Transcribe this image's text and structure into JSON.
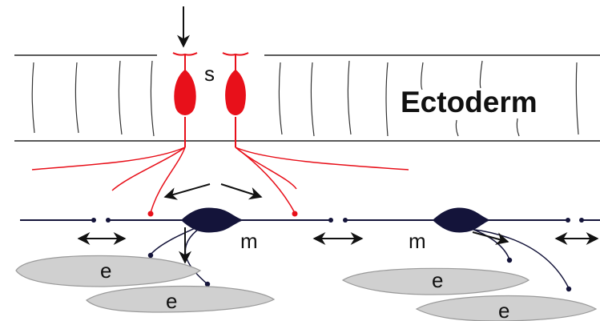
{
  "labels": {
    "layer": "Ectoderm",
    "sensory": "s",
    "motor_left": "m",
    "motor_right": "m",
    "effector_1": "e",
    "effector_2": "e",
    "effector_3": "e",
    "effector_4": "e"
  },
  "colors": {
    "sensory_neuron": "#e8101a",
    "motor_neuron": "#14143a",
    "effector_cell_fill": "#d0d0d0",
    "effector_cell_stroke": "#9a9a9a",
    "ectoderm_line": "#222222",
    "arrow": "#111111"
  }
}
